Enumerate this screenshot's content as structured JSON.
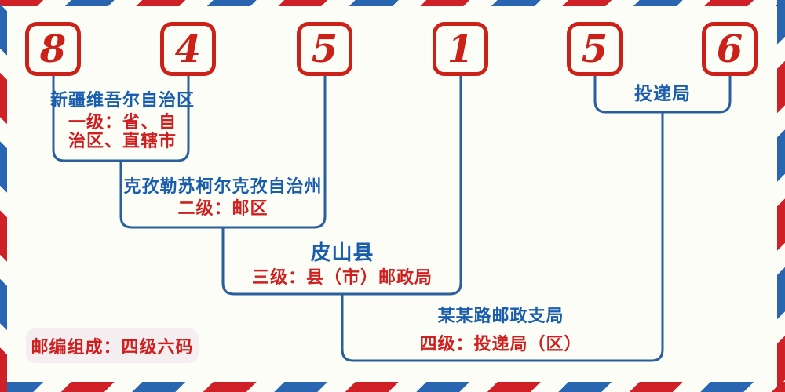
{
  "postal_code": {
    "full": "845156",
    "digits": [
      "8",
      "4",
      "5",
      "1",
      "5",
      "6"
    ]
  },
  "levels": [
    {
      "name": "新疆维吾尔自治区",
      "desc": "一级：省、自\n治区、直辖市"
    },
    {
      "name": "克孜勒苏柯尔克孜自治州",
      "desc": "二级：邮区"
    },
    {
      "name": "皮山县",
      "desc": "三级：县（市）邮政局"
    },
    {
      "name": "某某路邮政支局",
      "desc": "四级：投递局（区）"
    },
    {
      "name": "投递局",
      "desc": ""
    }
  ],
  "footer": {
    "composition_label": "邮编组成：四级六码"
  },
  "colors": {
    "digit_red": "#cc2118",
    "text_red": "#cf1f1f",
    "text_blue": "#1b5dad",
    "line_blue": "#2a5f9c",
    "stripe_red": "#cf2027",
    "stripe_blue": "#2a65b2",
    "badge_background": "#f4eef0",
    "background": "#fcfdf7"
  }
}
